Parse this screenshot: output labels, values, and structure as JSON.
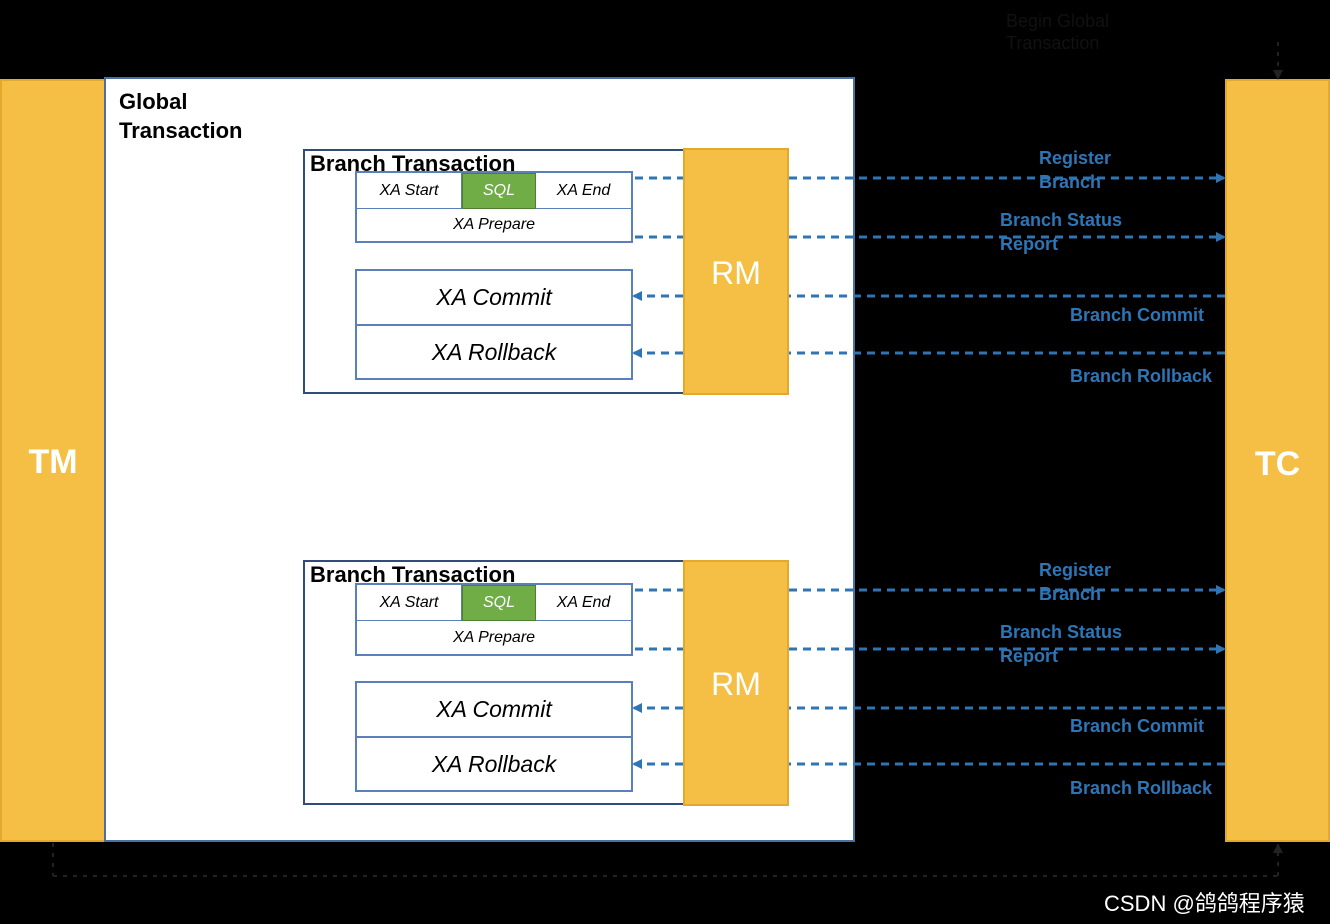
{
  "components": {
    "tm": "TM",
    "tc": "TC"
  },
  "global_transaction": {
    "title": "Global\nTransaction"
  },
  "branches": [
    {
      "title": "Branch Transaction",
      "phase1": {
        "xa_start": "XA Start",
        "sql": "SQL",
        "xa_end": "XA End",
        "xa_prepare": "XA Prepare"
      },
      "phase2": {
        "xa_commit": "XA Commit",
        "xa_rollback": "XA Rollback"
      },
      "rm": "RM",
      "messages": {
        "register": "Register\nBranch",
        "status": "Branch Status\nReport",
        "commit": "Branch Commit",
        "rollback": "Branch Rollback"
      }
    },
    {
      "title": "Branch Transaction",
      "phase1": {
        "xa_start": "XA Start",
        "sql": "SQL",
        "xa_end": "XA End",
        "xa_prepare": "XA Prepare"
      },
      "phase2": {
        "xa_commit": "XA Commit",
        "xa_rollback": "XA Rollback"
      },
      "rm": "RM",
      "messages": {
        "register": "Register\nBranch",
        "status": "Branch Status\nReport",
        "commit": "Branch Commit",
        "rollback": "Branch Rollback"
      }
    }
  ],
  "top_note": "Begin Global\nTransaction",
  "watermark": "CSDN @鸽鸽程序猿",
  "colors": {
    "component": "#f4bf44",
    "sql_cell": "#70ad47",
    "arrow": "#2e75b6",
    "background": "#000000"
  }
}
